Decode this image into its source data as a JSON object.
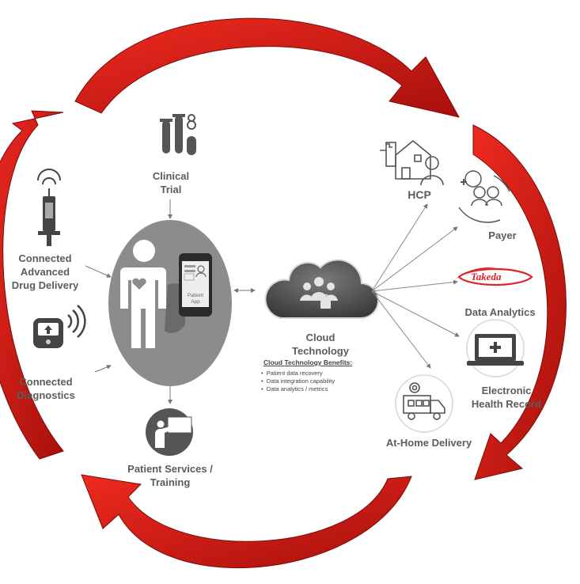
{
  "colors": {
    "arrow_red": "#d2140f",
    "arrow_dark": "#8a0f0c",
    "gray_dark": "#5a5a5a",
    "gray_oval": "#8c8c8c",
    "takeda_red": "#e0202b"
  },
  "hub": {
    "app_line1": "Patient",
    "app_line2": "App"
  },
  "left_nodes": {
    "clinical_trial": {
      "line1": "Clinical",
      "line2": "Trial",
      "icon": "test-tubes-icon"
    },
    "drug_delivery": {
      "line1": "Connected",
      "line2": "Advanced",
      "line3": "Drug Delivery",
      "icon": "connected-syringe-icon"
    },
    "diagnostics": {
      "line1": "Connected",
      "line2": "Diagnostics",
      "icon": "connected-device-icon"
    },
    "patient_services": {
      "line1": "Patient Services /",
      "line2": "Training",
      "icon": "presenter-icon"
    }
  },
  "cloud": {
    "line1": "Cloud",
    "line2": "Technology",
    "benefits_title": "Cloud Technology Benefits:",
    "benefits": [
      "Patient data recovery",
      "Data integration capability",
      "Data analytics / metrics"
    ],
    "icon": "cloud-users-lock-icon"
  },
  "right_nodes": {
    "hcp": {
      "label": "HCP",
      "icon": "hospital-doctor-icon"
    },
    "payer": {
      "label": "Payer",
      "icon": "payer-cycle-icon"
    },
    "data_analytics": {
      "label": "Data Analytics",
      "logo_text": "Takeda",
      "icon": "takeda-logo"
    },
    "ehr": {
      "line1": "Electronic",
      "line2": "Health Record",
      "icon": "laptop-medical-icon"
    },
    "home_delivery": {
      "label": "At-Home Delivery",
      "icon": "delivery-truck-icon"
    }
  }
}
